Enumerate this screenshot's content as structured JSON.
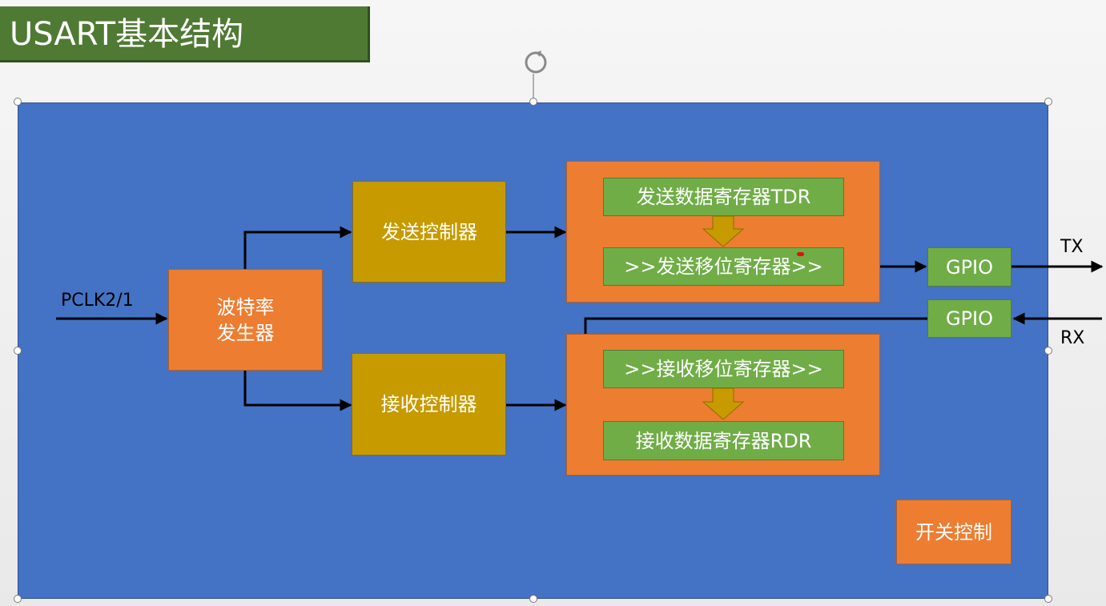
{
  "title": "USART基本结构",
  "input": {
    "clock_label": "PCLK2/1"
  },
  "baud_generator": {
    "line1": "波特率",
    "line2": "发生器"
  },
  "tx_controller": {
    "label": "发送控制器"
  },
  "rx_controller": {
    "label": "接收控制器"
  },
  "tx_group": {
    "data_register": "发送数据寄存器TDR",
    "shift_register": ">>发送移位寄存器>>"
  },
  "rx_group": {
    "shift_register": ">>接收移位寄存器>>",
    "data_register": "接收数据寄存器RDR"
  },
  "gpio": {
    "tx_label": "GPIO",
    "rx_label": "GPIO"
  },
  "pins": {
    "tx": "TX",
    "rx": "RX"
  },
  "switch_control": {
    "label": "开关控制"
  },
  "icons": {
    "rotate": "rotate-handle-icon"
  },
  "colors": {
    "background": "#4472c4",
    "orange": "#ed7d31",
    "gold": "#c79a00",
    "green": "#70ad47",
    "title_bar": "#4f7a33",
    "down_arrow": "#c79a00"
  }
}
